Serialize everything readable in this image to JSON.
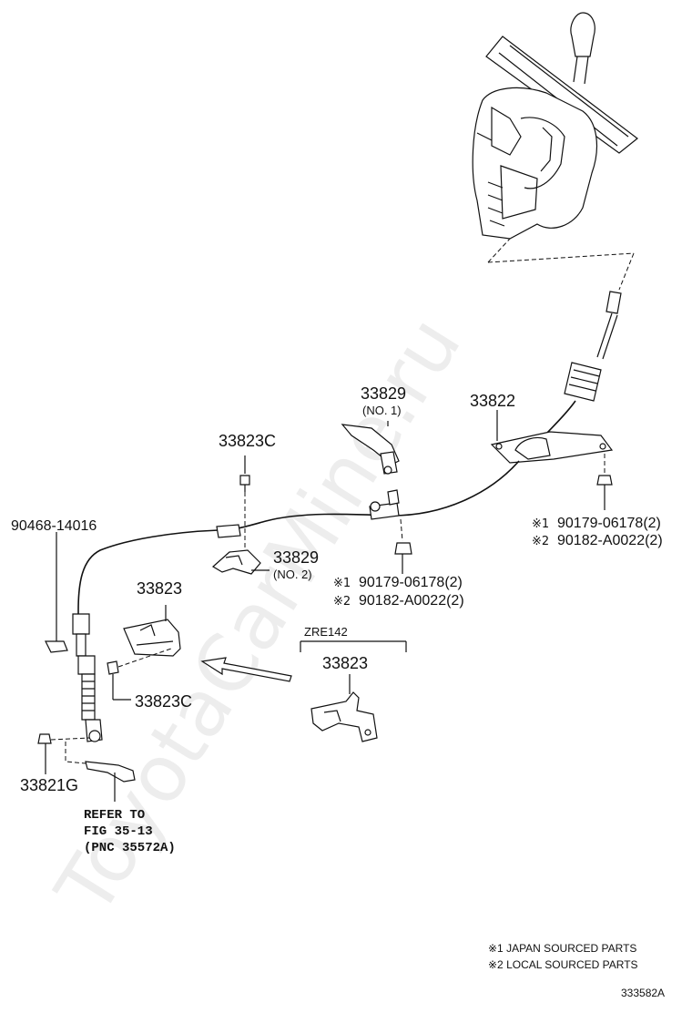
{
  "watermark": "ToyotaCarMine.ru",
  "labels": {
    "p33829_no1": "33829",
    "p33829_no1_sub": "(NO. 1)",
    "p33822": "33822",
    "p33823c_top": "33823C",
    "p90468": "90468-14016",
    "p33829_no2": "33829",
    "p33829_no2_sub": "(NO. 2)",
    "p33823": "33823",
    "p33823c_bot": "33823C",
    "zre142": "ZRE142",
    "p33823_zre": "33823",
    "p33821g": "33821G"
  },
  "notes_mid": {
    "mark1": "※1",
    "part1": "90179-06178(2)",
    "mark2": "※2",
    "part2": "90182-A0022(2)"
  },
  "notes_right": {
    "mark1": "※1",
    "part1": "90179-06178(2)",
    "mark2": "※2",
    "part2": "90182-A0022(2)"
  },
  "refer": {
    "line1": "REFER TO",
    "line2": "FIG 35-13",
    "line3": "(PNC 35572A)"
  },
  "legend": {
    "item1": "※1 JAPAN SOURCED PARTS",
    "item2": "※2 LOCAL SOURCED PARTS"
  },
  "figure_id": "333582A"
}
